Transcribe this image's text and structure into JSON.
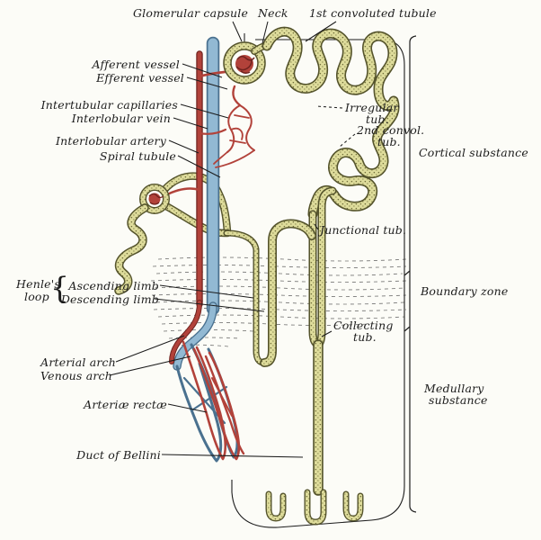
{
  "figure": {
    "labels": {
      "glomerular_capsule": "Glomerular capsule",
      "neck": "Neck",
      "first_convoluted_tubule": "1st convoluted tubule",
      "afferent_vessel": "Afferent vessel",
      "efferent_vessel": "Efferent vessel",
      "intertubular_capillaries": "Intertubular capillaries",
      "interlobular_vein": "Interlobular vein",
      "interlobular_artery": "Interlobular artery",
      "spiral_tubule": "Spiral tubule",
      "irregular_1": "Irregular",
      "irregular_2": "tub.",
      "second_convol_1": "2nd convol.",
      "second_convol_2": "tub.",
      "junctional_tub": "Junctional tub.",
      "henles_1": "Henle's",
      "henles_2": "loop",
      "henles_brace": "{",
      "ascending_limb": "Ascending limb",
      "descending_limb": "Descending limb",
      "arterial_arch": "Arterial arch",
      "venous_arch": "Venous arch",
      "arteriae_rectae": "Arteriæ rectæ",
      "duct_of_bellini": "Duct of Bellini",
      "collecting_1": "Collecting",
      "collecting_2": "tub.",
      "cortical_substance": "Cortical substance",
      "boundary_zone": "Boundary zone",
      "medullary_1": "Medullary",
      "medullary_2": "substance"
    },
    "colors": {
      "background": "#fcfcf7",
      "ink": "#1c1c1c",
      "tubule_fill": "#dedc9b",
      "tubule_outline": "#55542c",
      "artery": "#b2423a",
      "artery_dark": "#6f221e",
      "vein": "#92b9d3",
      "vein_dark": "#4a718f"
    }
  }
}
